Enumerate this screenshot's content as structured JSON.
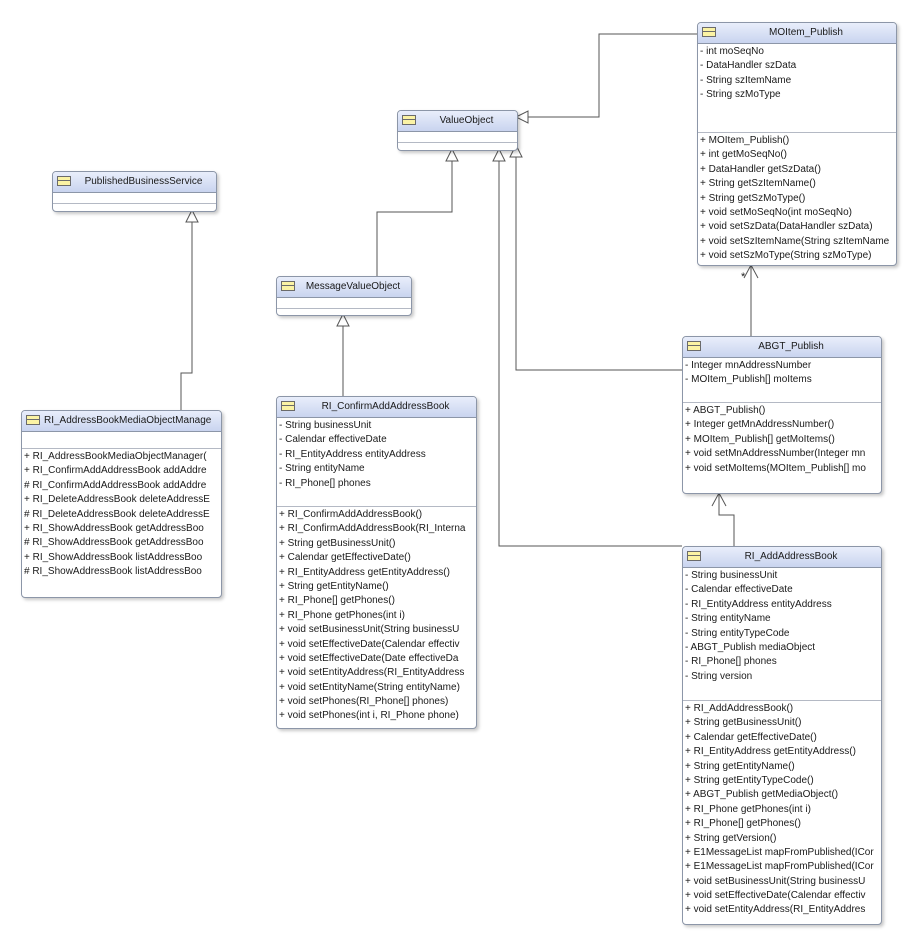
{
  "diagram": {
    "classes": {
      "moitem_publish": {
        "name": "MOItem_Publish",
        "attributes": [
          "- int moSeqNo",
          "- DataHandler szData",
          "- String szItemName",
          "- String szMoType"
        ],
        "operations": [
          "+ MOItem_Publish()",
          "+ int getMoSeqNo()",
          "+ DataHandler getSzData()",
          "+ String getSzItemName()",
          "+ String getSzMoType()",
          "+ void setMoSeqNo(int moSeqNo)",
          "+ void setSzData(DataHandler szData)",
          "+ void setSzItemName(String szItemName",
          "+ void setSzMoType(String szMoType)"
        ]
      },
      "value_object": {
        "name": "ValueObject",
        "attributes": [],
        "operations": []
      },
      "published_business_service": {
        "name": "PublishedBusinessService",
        "attributes": [],
        "operations": []
      },
      "message_value_object": {
        "name": "MessageValueObject",
        "attributes": [],
        "operations": []
      },
      "abgt_publish": {
        "name": "ABGT_Publish",
        "attributes": [
          "- Integer mnAddressNumber",
          "- MOItem_Publish[] moItems"
        ],
        "operations": [
          "+ ABGT_Publish()",
          "+ Integer getMnAddressNumber()",
          "+ MOItem_Publish[] getMoItems()",
          "+ void setMnAddressNumber(Integer mn",
          "+ void setMoItems(MOItem_Publish[] mo"
        ]
      },
      "address_book_manager": {
        "name": "RI_AddressBookMediaObjectManage",
        "attributes": [],
        "operations": [
          "+ RI_AddressBookMediaObjectManager(",
          "+ RI_ConfirmAddAddressBook addAddre",
          "# RI_ConfirmAddAddressBook addAddre",
          "+ RI_DeleteAddressBook deleteAddressE",
          "# RI_DeleteAddressBook deleteAddressE",
          "+ RI_ShowAddressBook getAddressBoo",
          "# RI_ShowAddressBook getAddressBoo",
          "+ RI_ShowAddressBook listAddressBoo",
          "# RI_ShowAddressBook listAddressBoo"
        ]
      },
      "confirm_add_address_book": {
        "name": "RI_ConfirmAddAddressBook",
        "attributes": [
          "- String businessUnit",
          "- Calendar effectiveDate",
          "- RI_EntityAddress entityAddress",
          "- String entityName",
          "- RI_Phone[] phones"
        ],
        "operations": [
          "+ RI_ConfirmAddAddressBook()",
          "+ RI_ConfirmAddAddressBook(RI_Interna",
          "+ String getBusinessUnit()",
          "+ Calendar getEffectiveDate()",
          "+ RI_EntityAddress getEntityAddress()",
          "+ String getEntityName()",
          "+ RI_Phone[] getPhones()",
          "+ RI_Phone getPhones(int i)",
          "+ void setBusinessUnit(String businessU",
          "+ void setEffectiveDate(Calendar effectiv",
          "+ void setEffectiveDate(Date effectiveDa",
          "+ void setEntityAddress(RI_EntityAddress",
          "+ void setEntityName(String entityName)",
          "+ void setPhones(RI_Phone[] phones)",
          "+ void setPhones(int i, RI_Phone phone)"
        ]
      },
      "add_address_book": {
        "name": "RI_AddAddressBook",
        "attributes": [
          "- String businessUnit",
          "- Calendar effectiveDate",
          "- RI_EntityAddress entityAddress",
          "- String entityName",
          "- String entityTypeCode",
          "- ABGT_Publish mediaObject",
          "- RI_Phone[] phones",
          "- String version"
        ],
        "operations": [
          "+ RI_AddAddressBook()",
          "+ String getBusinessUnit()",
          "+ Calendar getEffectiveDate()",
          "+ RI_EntityAddress getEntityAddress()",
          "+ String getEntityName()",
          "+ String getEntityTypeCode()",
          "+ ABGT_Publish getMediaObject()",
          "+ RI_Phone getPhones(int i)",
          "+ RI_Phone[] getPhones()",
          "+ String getVersion()",
          "+ E1MessageList mapFromPublished(ICor",
          "+ E1MessageList mapFromPublished(ICor",
          "+ void setBusinessUnit(String businessU",
          "+ void setEffectiveDate(Calendar effectiv",
          "+ void setEntityAddress(RI_EntityAddres"
        ]
      }
    },
    "multiplicity": "*"
  }
}
